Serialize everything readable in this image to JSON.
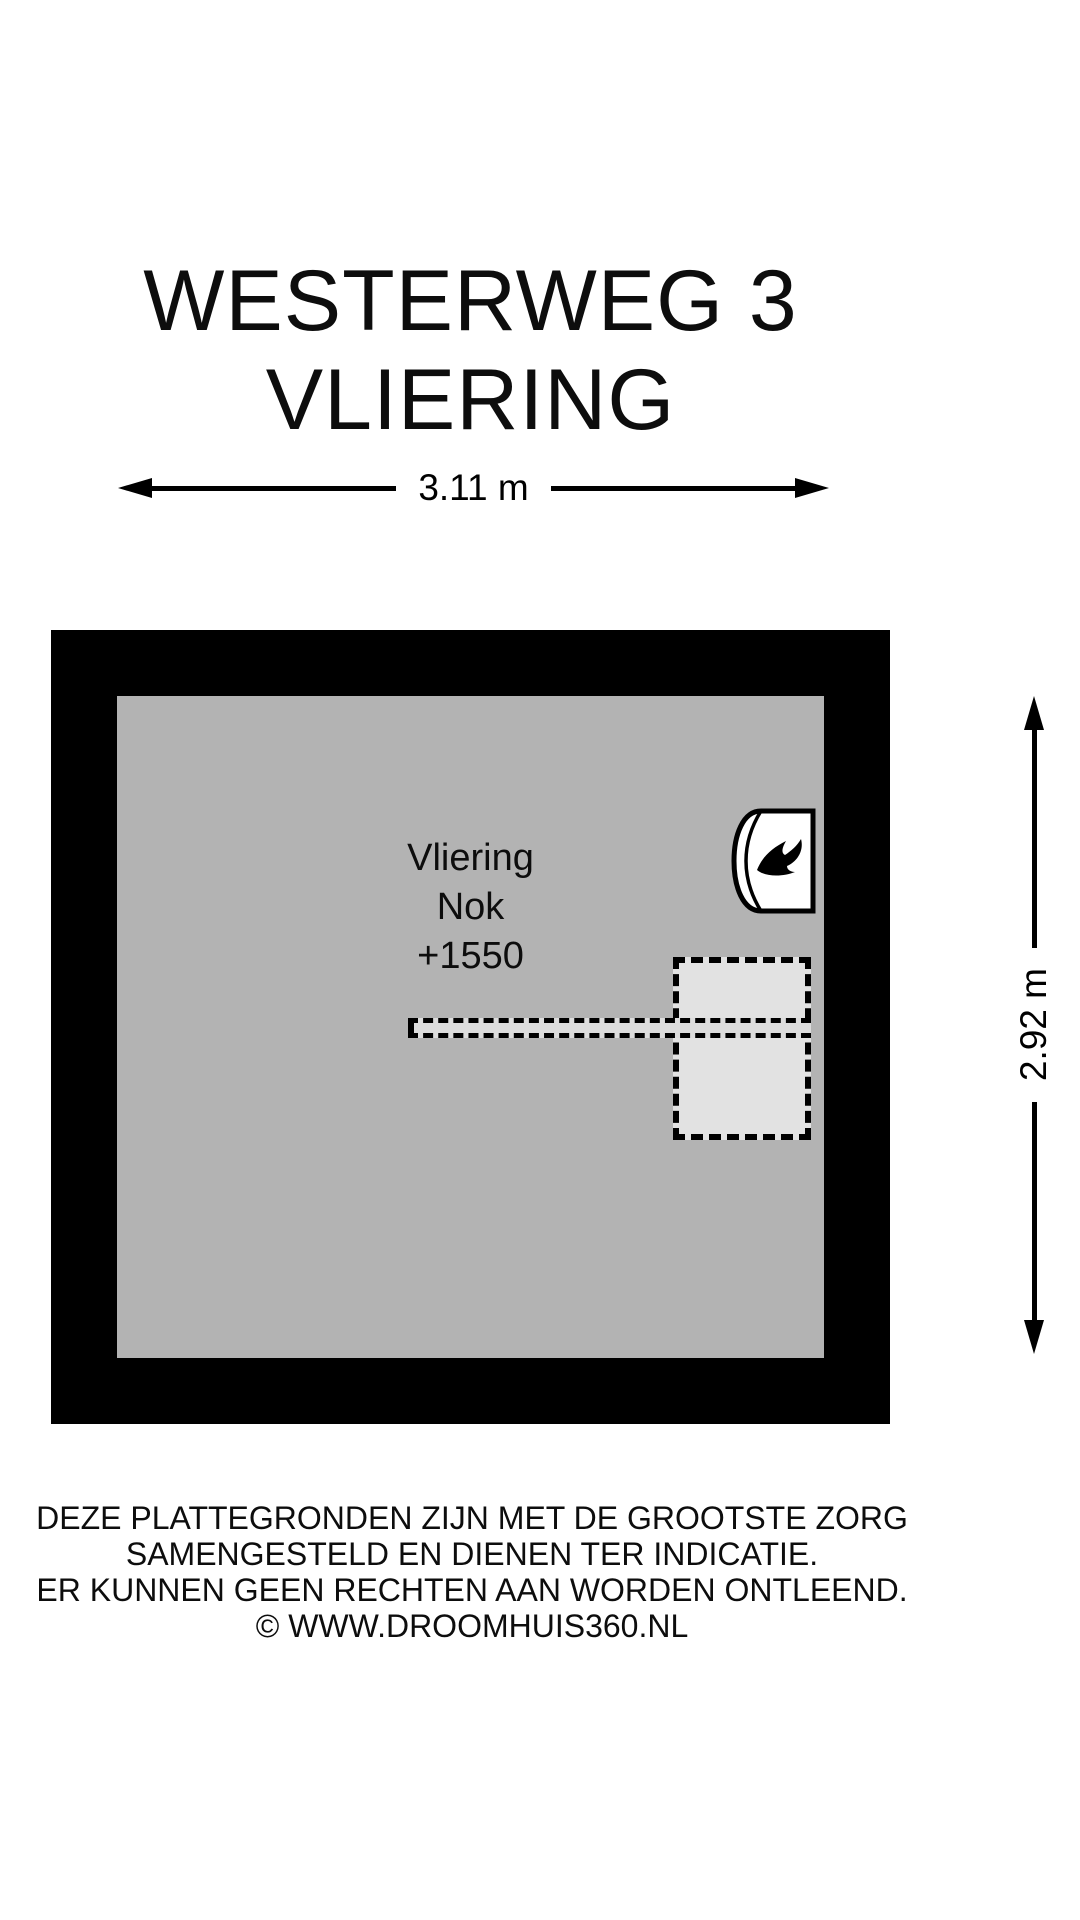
{
  "title": {
    "line1": "WESTERWEG 3",
    "line2": "VLIERING"
  },
  "dimensions": {
    "width": "3.11 m",
    "height": "2.92 m"
  },
  "room": {
    "name": "Vliering",
    "ridge_label": "Nok",
    "ridge_height": "+1550"
  },
  "icons": {
    "boiler": "boiler-with-flame-icon",
    "width_arrows": "double-headed-horizontal-arrow",
    "height_arrows": "double-headed-vertical-arrow"
  },
  "colors": {
    "background": "#ffffff",
    "wall": "#000000",
    "floor": "#b3b3b3",
    "hatch_fill": "#e2e2e2",
    "beam_fill": "#dcdcdc",
    "text": "#0d0d0d"
  },
  "footer": {
    "lines": [
      "DEZE PLATTEGRONDEN ZIJN MET DE GROOTSTE ZORG",
      "SAMENGESTELD EN DIENEN TER INDICATIE.",
      "ER KUNNEN GEEN RECHTEN AAN WORDEN ONTLEEND.",
      "© WWW.DROOMHUIS360.NL"
    ]
  }
}
